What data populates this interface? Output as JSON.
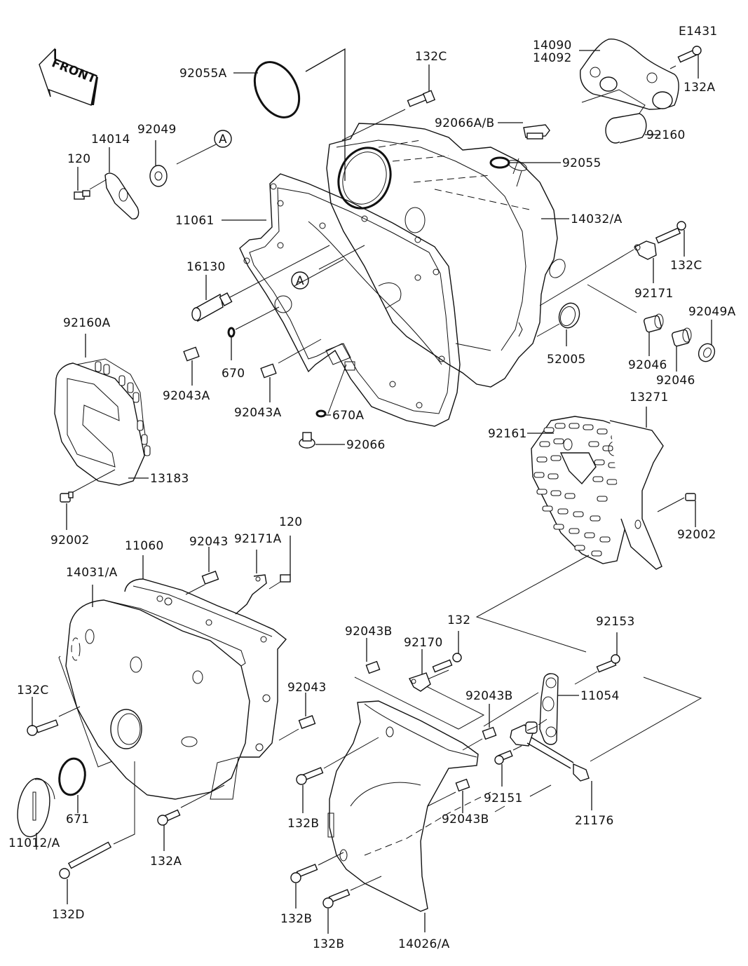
{
  "diagram": {
    "title_code": "E1431",
    "front_indicator": "FRONT",
    "reference_marker": "A",
    "colors": {
      "line": "#111111",
      "background": "#ffffff"
    }
  },
  "labels": {
    "l92055A": "92055A",
    "l132C_top": "132C",
    "l14090": "14090",
    "l14092": "14092",
    "l132A_top": "132A",
    "l92066AB": "92066A/B",
    "l92160": "92160",
    "l92055": "92055",
    "l92049": "92049",
    "l14014": "14014",
    "l120_top": "120",
    "l11061": "11061",
    "l14032A": "14032/A",
    "l132C_right": "132C",
    "l92171": "92171",
    "l16130": "16130",
    "l92160A": "92160A",
    "l52005": "52005",
    "l92046_a": "92046",
    "l92046_b": "92046",
    "l92049A": "92049A",
    "l670": "670",
    "l92043A_a": "92043A",
    "l92043A_b": "92043A",
    "l670A": "670A",
    "l92066": "92066",
    "l13271": "13271",
    "l92161": "92161",
    "l13183": "13183",
    "l92002_left": "92002",
    "l92002_right": "92002",
    "l11060": "11060",
    "l92043_top": "92043",
    "l92171A": "92171A",
    "l120_mid": "120",
    "l14031A": "14031/A",
    "l132": "132",
    "l92153": "92153",
    "l92043B_a": "92043B",
    "l92170": "92170",
    "l92043B_b": "92043B",
    "l11054": "11054",
    "l92043_mid": "92043",
    "l132C_left": "132C",
    "l92151": "92151",
    "l21176": "21176",
    "l132B_a": "132B",
    "l92043B_c": "92043B",
    "l671": "671",
    "l11012A": "11012/A",
    "l132A_bot": "132A",
    "l132D": "132D",
    "l132B_b": "132B",
    "l132B_c": "132B",
    "l14026A": "14026/A"
  }
}
